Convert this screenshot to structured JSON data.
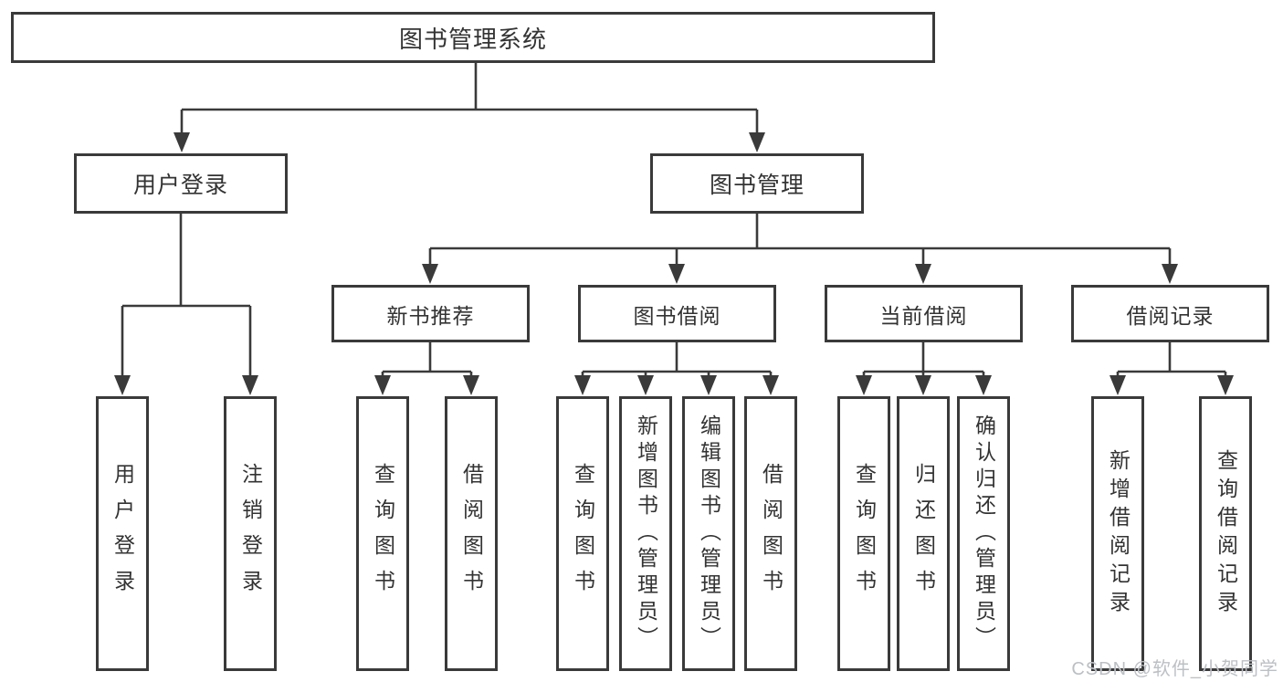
{
  "title": "图书管理系统",
  "branches": {
    "user": {
      "label": "用户登录",
      "children": [
        "用户登录",
        "注销登录"
      ]
    },
    "books": {
      "label": "图书管理",
      "children": {
        "new_books": {
          "label": "新书推荐",
          "children": [
            "查询图书",
            "借阅图书"
          ]
        },
        "borrowing": {
          "label": "图书借阅",
          "children": [
            "查询图书",
            "新增图书（管理员）",
            "编辑图书（管理员）",
            "借阅图书"
          ]
        },
        "current": {
          "label": "当前借阅",
          "children": [
            "查询图书",
            "归还图书",
            "确认归还（管理员）"
          ]
        },
        "records": {
          "label": "借阅记录",
          "children": [
            "新增借阅记录",
            "查询借阅记录"
          ]
        }
      }
    }
  },
  "colors": {
    "line": "#3a3a3a",
    "box_border": "#3a3a3a",
    "text": "#333333",
    "watermark": "#bcc0c4"
  },
  "watermark": "CSDN @软件_小贺同学"
}
